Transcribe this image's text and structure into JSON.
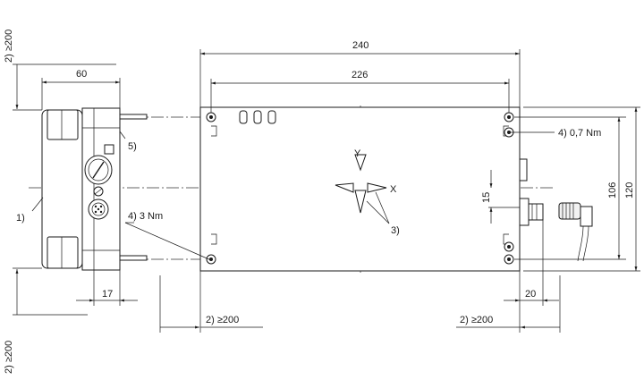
{
  "dimensions": {
    "overall_length": "240",
    "hole_spacing_length": "226",
    "front_width": "60",
    "hole_spacing_height": "106",
    "overall_height": "120",
    "offset_15": "15",
    "offset_17": "17",
    "offset_20": "20"
  },
  "clearances": {
    "top_left": "2) ≥200",
    "bottom_left": "2) ≥200",
    "bottom_mid": "2) ≥200",
    "bottom_right": "2) ≥200"
  },
  "callouts": {
    "c1": "1)",
    "c3": "3)",
    "c5": "5)",
    "torque_small": "4) 0,7 Nm",
    "torque_large": "4) 3 Nm"
  },
  "axes": {
    "y": "Y",
    "x": "X"
  }
}
